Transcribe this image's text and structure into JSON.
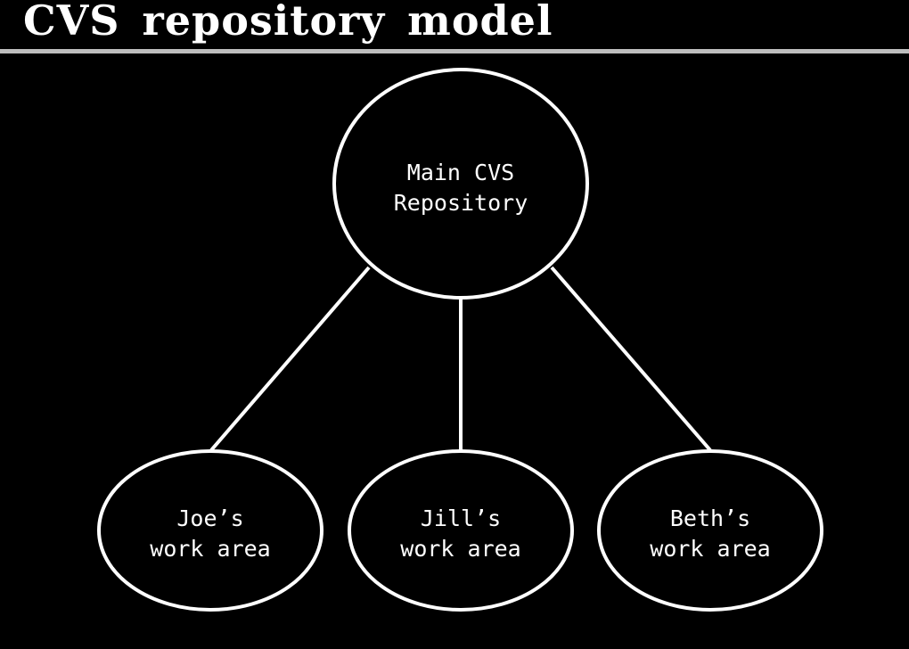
{
  "slide": {
    "title": "CVS repository model"
  },
  "diagram": {
    "root": {
      "line1": "Main CVS",
      "line2": "Repository"
    },
    "children": [
      {
        "line1": "Joe’s",
        "line2": "work area"
      },
      {
        "line1": "Jill’s",
        "line2": "work area"
      },
      {
        "line1": "Beth’s",
        "line2": "work area"
      }
    ],
    "colors": {
      "background": "#000000",
      "stroke": "#ffffff",
      "text": "#ffffff",
      "rule": "#bdbdbd"
    }
  }
}
